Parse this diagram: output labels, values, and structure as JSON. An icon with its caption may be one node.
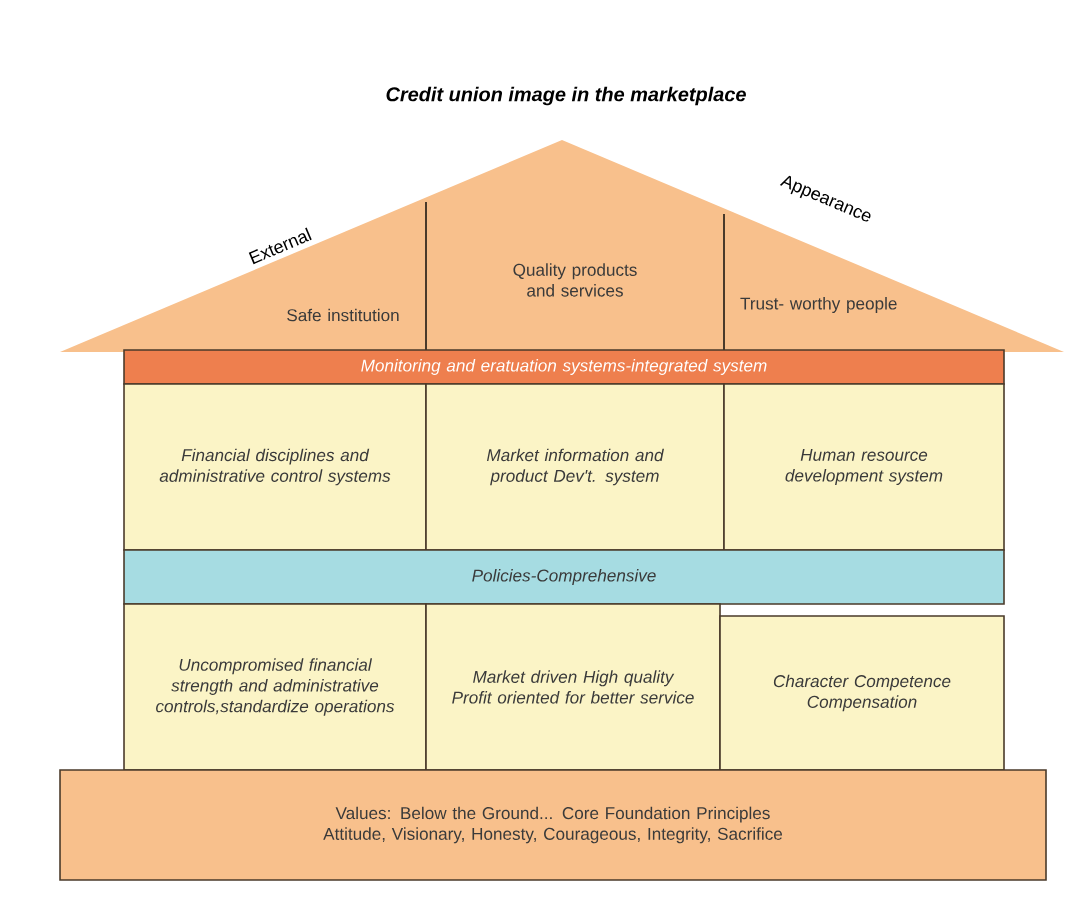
{
  "diagram": {
    "title": "Credit union image in the marketplace",
    "nodes": [
      {
        "text": [
          "Safe institution"
        ]
      },
      {
        "text": [
          "Quality products and services"
        ]
      },
      {
        "text": [
          "Trust- worthy people"
        ]
      },
      {
        "text": [
          "Monitoring and eratuation systems-integrated system"
        ]
      },
      {
        "text": [
          "Financial disciplines and administrative control systems"
        ]
      },
      {
        "text": [
          "Market information and product Dev't. system"
        ]
      },
      {
        "text": [
          "Human resource development system"
        ]
      },
      {
        "text": [
          "Policies-Comprehensive"
        ]
      },
      {
        "text": [
          "Uncompromised financial strength and administrative controls,standardize operations"
        ]
      },
      {
        "text": [
          "Market driven High quality Profit oriented for better service"
        ]
      },
      {
        "text": [
          "Character Competence Compensation"
        ]
      },
      {
        "text": [
          "Values: Below the Ground... Core Foundation Principles",
          "Attitude, Visionary, Honesty, Courageous, Integrity, Sacrifice"
        ]
      }
    ],
    "edges": [],
    "labels": [
      "External",
      "Appearance"
    ]
  }
}
